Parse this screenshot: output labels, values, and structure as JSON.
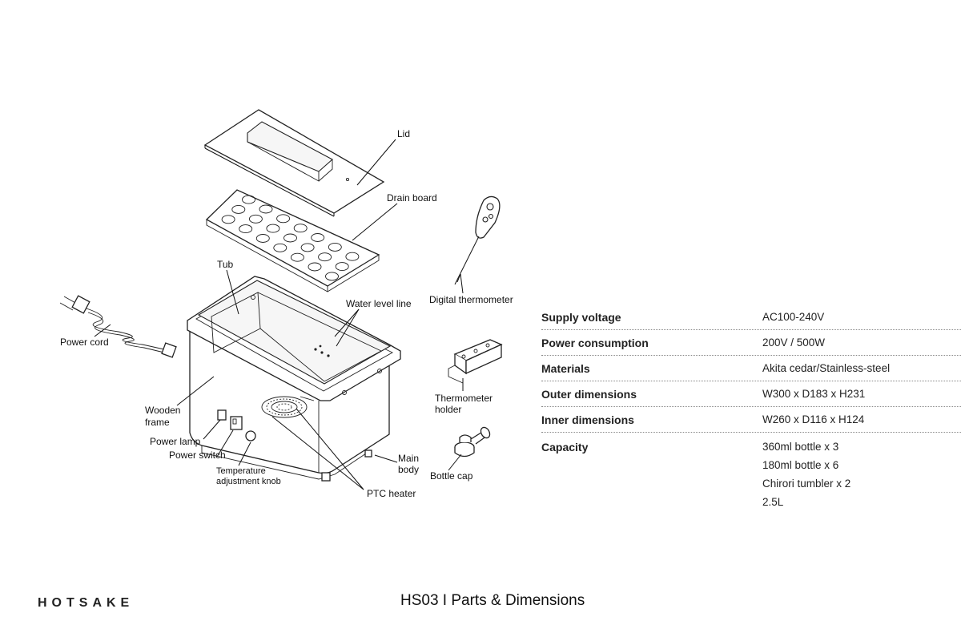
{
  "labels": {
    "lid": "Lid",
    "drain_board": "Drain board",
    "tub": "Tub",
    "water_level_line": "Water level line",
    "digital_thermometer": "Digital thermometer",
    "power_cord": "Power cord",
    "wooden_frame_1": "Wooden",
    "wooden_frame_2": "frame",
    "power_lamp": "Power lamp",
    "power_switch": "Power switch",
    "temp_knob_1": "Temperature",
    "temp_knob_2": "adjustment knob",
    "ptc_heater": "PTC heater",
    "main_body_1": "Main",
    "main_body_2": "body",
    "thermometer_holder_1": "Thermometer",
    "thermometer_holder_2": "holder",
    "bottle_cap": "Bottle cap"
  },
  "specs": [
    {
      "label": "Supply voltage",
      "value": "AC100-240V"
    },
    {
      "label": "Power consumption",
      "value": "200V / 500W"
    },
    {
      "label": "Materials",
      "value": "Akita cedar/Stainless-steel"
    },
    {
      "label": "Outer dimensions",
      "value": "W300 x D183 x H231"
    },
    {
      "label": "Inner dimensions",
      "value": "W260 x D116 x H124"
    }
  ],
  "capacity": {
    "label": "Capacity",
    "values": [
      "360ml bottle x 3",
      "180ml bottle x 6",
      "Chirori tumbler x 2",
      "2.5L"
    ]
  },
  "footer": {
    "brand": "HOTSAKE",
    "title": "HS03 I Parts & Dimensions"
  }
}
